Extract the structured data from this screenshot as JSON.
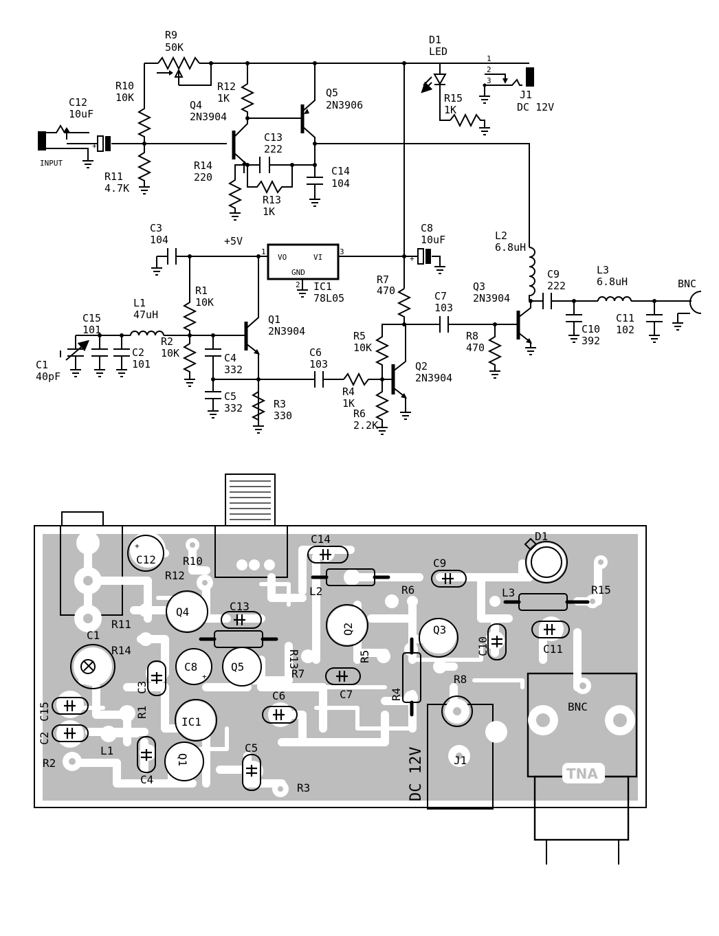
{
  "schematic": {
    "r9": {
      "ref": "R9",
      "val": "50K"
    },
    "r10": {
      "ref": "R10",
      "val": "10K"
    },
    "r11": {
      "ref": "R11",
      "val": "4.7K"
    },
    "r12": {
      "ref": "R12",
      "val": "1K"
    },
    "r13": {
      "ref": "R13",
      "val": "1K"
    },
    "r14": {
      "ref": "R14",
      "val": "220"
    },
    "r15": {
      "ref": "R15",
      "val": "1K"
    },
    "c12": {
      "ref": "C12",
      "val": "10uF"
    },
    "c13": {
      "ref": "C13",
      "val": "222"
    },
    "c14": {
      "ref": "C14",
      "val": "104"
    },
    "q4": {
      "ref": "Q4",
      "val": "2N3904"
    },
    "q5": {
      "ref": "Q5",
      "val": "2N3906"
    },
    "d1": {
      "ref": "D1",
      "val": "LED"
    },
    "j1": {
      "ref": "J1",
      "val": "DC 12V",
      "pins": [
        "1",
        "2",
        "3"
      ]
    },
    "input": "INPUT",
    "c3": {
      "ref": "C3",
      "val": "104"
    },
    "plus5v": "+5V",
    "ic1": {
      "ref": "IC1",
      "val": "78L05",
      "vo": "VO",
      "vi": "VI",
      "gnd": "GND",
      "p1": "1",
      "p2": "2",
      "p3": "3"
    },
    "c8": {
      "ref": "C8",
      "val": "10uF"
    },
    "l2": {
      "ref": "L2",
      "val": "6.8uH"
    },
    "r1": {
      "ref": "R1",
      "val": "10K"
    },
    "r7": {
      "ref": "R7",
      "val": "470"
    },
    "c7": {
      "ref": "C7",
      "val": "103"
    },
    "q3": {
      "ref": "Q3",
      "val": "2N3904"
    },
    "c9": {
      "ref": "C9",
      "val": "222"
    },
    "l3": {
      "ref": "L3",
      "val": "6.8uH"
    },
    "bnc": "BNC",
    "l1": {
      "ref": "L1",
      "val": "47uH"
    },
    "c15": {
      "ref": "C15",
      "val": "101"
    },
    "r2": {
      "ref": "R2",
      "val": "10K"
    },
    "q1": {
      "ref": "Q1",
      "val": "2N3904"
    },
    "c2": {
      "ref": "C2",
      "val": "101"
    },
    "c1": {
      "ref": "C1",
      "val": "40pF"
    },
    "c4": {
      "ref": "C4",
      "val": "332"
    },
    "c5": {
      "ref": "C5",
      "val": "332"
    },
    "r3": {
      "ref": "R3",
      "val": "330"
    },
    "c6": {
      "ref": "C6",
      "val": "103"
    },
    "r5": {
      "ref": "R5",
      "val": "10K"
    },
    "r4": {
      "ref": "R4",
      "val": "1K"
    },
    "r6": {
      "ref": "R6",
      "val": "2.2K"
    },
    "q2": {
      "ref": "Q2",
      "val": "2N3904"
    },
    "r8": {
      "ref": "R8",
      "val": "470"
    },
    "c10": {
      "ref": "C10",
      "val": "392"
    },
    "c11": {
      "ref": "C11",
      "val": "102"
    }
  },
  "pcb": {
    "labels": {
      "c12": "C12",
      "r10": "R10",
      "r12": "R12",
      "c14": "C14",
      "l2": "L2",
      "c9": "C9",
      "d1": "D1",
      "r6": "R6",
      "l3": "L3",
      "r15": "R15",
      "q4": "Q4",
      "c13": "C13",
      "r11": "R11",
      "q2": "Q2",
      "r13": "R13",
      "q3": "Q3",
      "c10": "C10",
      "c11": "C11",
      "c1": "C1",
      "r14": "R14",
      "c8": "C8",
      "q5": "Q5",
      "r7": "R7",
      "r5": "R5",
      "r8": "R8",
      "c3": "C3",
      "c7": "C7",
      "r4": "R4",
      "bnc": "BNC",
      "c15": "C15",
      "r1": "R1",
      "ic1": "IC1",
      "c6": "C6",
      "c2": "C2",
      "l1": "L1",
      "r2": "R2",
      "q1": "Q1",
      "c4": "C4",
      "c5": "C5",
      "r3": "R3",
      "dc12v": "DC 12V",
      "j1": "J1",
      "ant": "TNA"
    }
  },
  "colors": {
    "board": "#bdbdbd",
    "copper": "#ffffff",
    "ink": "#000000"
  }
}
